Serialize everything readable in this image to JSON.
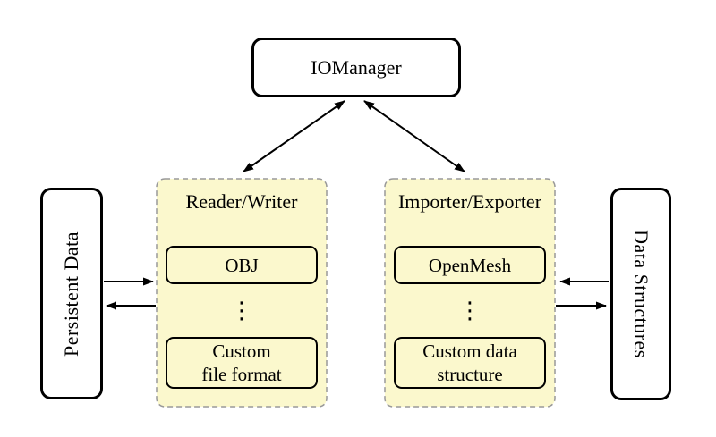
{
  "nodes": {
    "io_manager": "IOManager",
    "persistent_data": "Persistent Data",
    "data_structures": "Data Structures"
  },
  "reader_writer": {
    "title": "Reader/Writer",
    "item_top": "OBJ",
    "ellipsis": "⋮",
    "item_bottom_line1": "Custom",
    "item_bottom_line2": "file format"
  },
  "importer_exporter": {
    "title": "Importer/Exporter",
    "item_top": "OpenMesh",
    "ellipsis": "⋮",
    "item_bottom_line1": "Custom data",
    "item_bottom_line2": "structure"
  },
  "colors": {
    "background": "#FFFFFF",
    "container_fill": "#FBF8CD",
    "container_border": "#999999",
    "node_border": "#000000",
    "arrow": "#000000"
  }
}
